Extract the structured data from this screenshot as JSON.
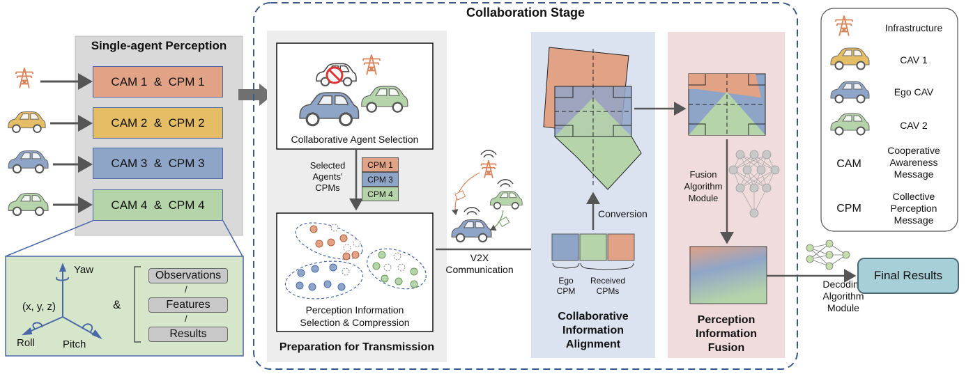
{
  "single_agent": {
    "title": "Single-agent Perception",
    "rows": [
      {
        "label": "CAM 1  &  CPM 1",
        "color": "#e1a286"
      },
      {
        "label": "CAM 2  &  CPM 2",
        "color": "#e5bd64"
      },
      {
        "label": "CAM 3  &  CPM 3",
        "color": "#8fa5c8"
      },
      {
        "label": "CAM 4  &  CPM 4",
        "color": "#b6d4a9"
      }
    ],
    "detail": {
      "yaw": "Yaw",
      "xyz": "(x, y, z)",
      "roll": "Roll",
      "pitch": "Pitch",
      "amp": "&",
      "items": [
        "Observations",
        "Features",
        "Results"
      ],
      "sep": "/"
    }
  },
  "collab": {
    "title": "Collaboration Stage",
    "prep": {
      "title": "Preparation for Transmission",
      "agent_selection": "Collaborative Agent Selection",
      "selected_line1": "Selected",
      "selected_line2": "Agents'",
      "selected_line3": "CPMs",
      "chips": [
        "CPM 1",
        "CPM 3",
        "CPM 4"
      ],
      "info_sel_line1": "Perception Information",
      "info_sel_line2": "Selection & Compression"
    },
    "v2x_line1": "V2X",
    "v2x_line2": "Communication",
    "alignment": {
      "title_line1": "Collaborative",
      "title_line2": "Information",
      "title_line3": "Alignment",
      "conversion": "Conversion",
      "ego_line1": "Ego",
      "ego_line2": "CPM",
      "recv_line1": "Received",
      "recv_line2": "CPMs"
    },
    "fusion": {
      "title_line1": "Perception",
      "title_line2": "Information",
      "title_line3": "Fusion",
      "algo_line1": "Fusion",
      "algo_line2": "Algorithm",
      "algo_line3": "Module"
    }
  },
  "decoding": {
    "line1": "Decoding",
    "line2": "Algorithm",
    "line3": "Module"
  },
  "final": "Final Results",
  "legend": {
    "items": [
      {
        "icon": "tower-icon",
        "label": "Infrastructure"
      },
      {
        "icon": "car-icon",
        "label": "CAV 1"
      },
      {
        "icon": "car-icon",
        "label": "Ego CAV"
      },
      {
        "icon": "car-icon",
        "label": "CAV 2"
      }
    ],
    "cam_abbr": "CAM",
    "cam_full": [
      "Cooperative",
      "Awareness",
      "Message"
    ],
    "cpm_abbr": "CPM",
    "cpm_full": [
      "Collective",
      "Perception",
      "Message"
    ]
  },
  "colors": {
    "orange": "#e1a286",
    "yellow": "#e5bd64",
    "blue": "#8fa5c8",
    "green": "#b6d4a9",
    "infra": "#d9835a",
    "dash_border": "#3b5a8a",
    "final_fill": "#a6cfd8"
  }
}
